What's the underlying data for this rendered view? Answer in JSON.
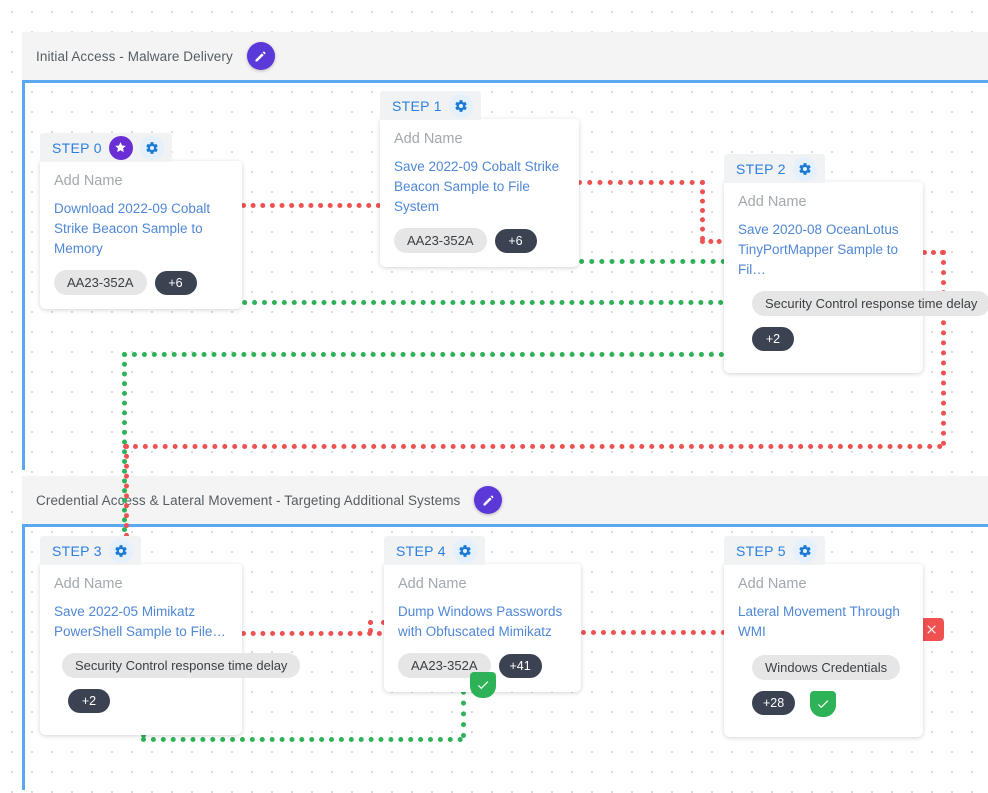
{
  "canvas": {
    "grid_dot_color": "#d8d8d8",
    "accent_blue": "#5aa9f0",
    "link_blue": "#4f87d6",
    "green": "#2eb257",
    "red": "#ef5151",
    "purple": "#5b38d8",
    "pill_dark": "#3b4252"
  },
  "sections": [
    {
      "title": "Initial Access - Malware Delivery",
      "edit_icon": "pencil-icon"
    },
    {
      "title": "Credential Access & Lateral Movement - Targeting Additional Systems",
      "edit_icon": "pencil-icon"
    }
  ],
  "nodes": [
    {
      "step_label": "STEP 0",
      "has_star": true,
      "star_icon": "star-icon",
      "gear_icon": "gear-icon",
      "placeholder": "Add Name",
      "action": "Download 2022-09 Cobalt Strike Beacon Sample to Memory",
      "chip": "AA23-352A",
      "count": "+6"
    },
    {
      "step_label": "STEP 1",
      "has_star": false,
      "gear_icon": "gear-icon",
      "placeholder": "Add Name",
      "action": "Save 2022-09 Cobalt Strike Beacon Sample to File System",
      "chip": "AA23-352A",
      "count": "+6"
    },
    {
      "step_label": "STEP 2",
      "has_star": false,
      "gear_icon": "gear-icon",
      "placeholder": "Add Name",
      "action": "Save 2020-08 OceanLotus TinyPortMapper Sample to Fil…",
      "chip": "Security Control response time delay",
      "count": "+2"
    },
    {
      "step_label": "STEP 3",
      "has_star": false,
      "gear_icon": "gear-icon",
      "placeholder": "Add Name",
      "action": "Save 2022-05 Mimikatz PowerShell Sample to File…",
      "chip": "Security Control response time delay",
      "count": "+2"
    },
    {
      "step_label": "STEP 4",
      "has_star": false,
      "gear_icon": "gear-icon",
      "placeholder": "Add Name",
      "action": "Dump Windows Passwords with Obfuscated Mimikatz",
      "chip": "AA23-352A",
      "count": "+41"
    },
    {
      "step_label": "STEP 5",
      "has_star": false,
      "gear_icon": "gear-icon",
      "placeholder": "Add Name",
      "action": "Lateral Movement Through WMI",
      "chip": "Windows Credentials",
      "count": "+28"
    }
  ],
  "status_badges": [
    {
      "kind": "success",
      "icon": "check-icon",
      "near": "STEP 4"
    },
    {
      "kind": "success",
      "icon": "check-icon",
      "near": "STEP 5"
    },
    {
      "kind": "failure",
      "icon": "close-icon",
      "near": "STEP 5"
    }
  ]
}
